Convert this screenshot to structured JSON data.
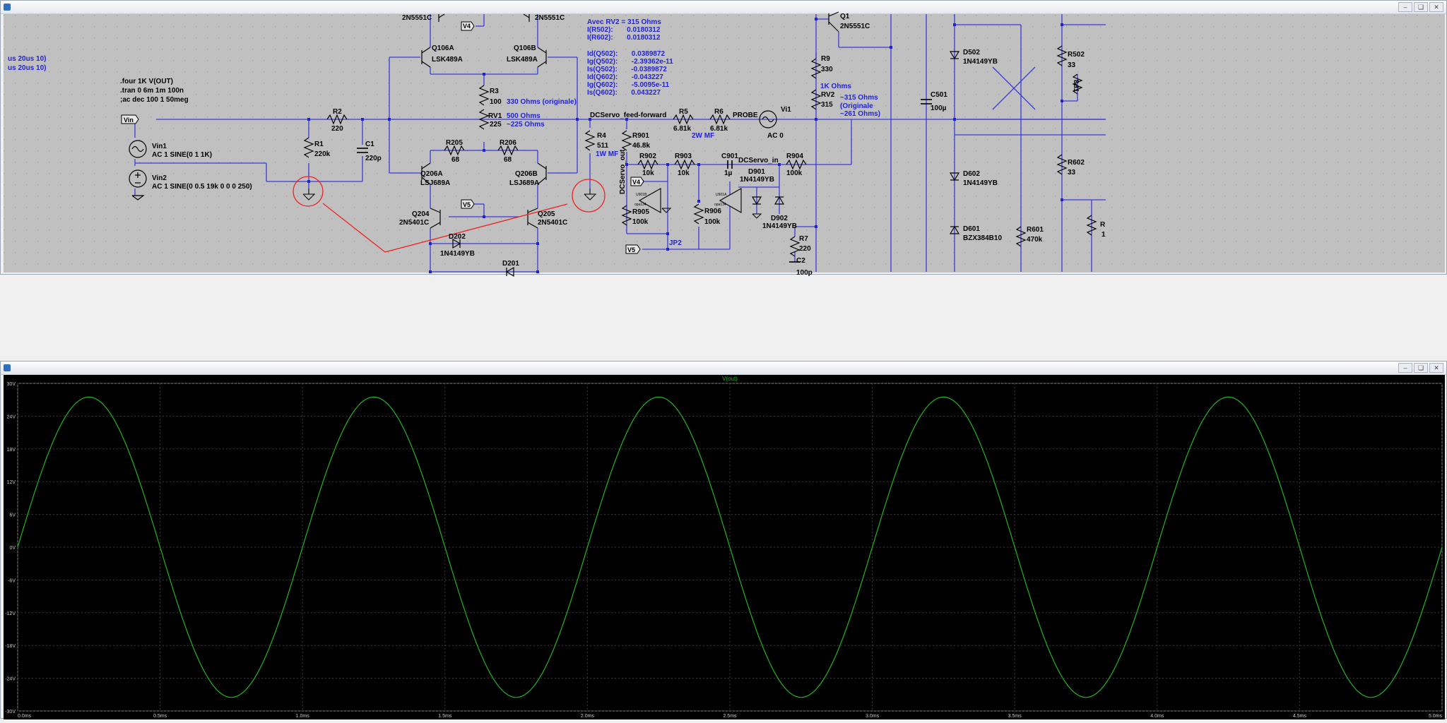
{
  "schematic_window": {
    "title": ""
  },
  "waveform_window": {
    "title": ""
  },
  "schematic": {
    "left_fragments": [
      "us 20us 10)",
      "us 20us 10)"
    ],
    "directives": [
      ".four 1K V(OUT)",
      ".tran 0 6m 1m 100n",
      ";ac dec 100 1 50meg"
    ],
    "labels": {
      "vin": "Vin",
      "v4": "V4",
      "v5": "V5",
      "v4b": "V4",
      "v5b": "V5",
      "vin1": "Vin1",
      "vin1_val": "AC 1   SINE(0 1 1K)",
      "vin2": "Vin2",
      "vin2_val": "AC 1   SINE(0 0.5 19k 0 0 0 250)",
      "r1": "R1",
      "r1_val": "220k",
      "r2": "R2",
      "r2_val": "220",
      "c1": "C1",
      "c1_val": "220p",
      "q_top_left_model": "2N5551C",
      "q_top_right_model": "2N5551C",
      "q106a": "Q106A",
      "q106a_model": "LSK489A",
      "q106b": "Q106B",
      "q106b_model": "LSK489A",
      "r3": "R3",
      "r3_val": "100",
      "r3_note": "330 Ohms (originale)",
      "rv1": "RV1",
      "rv1_val": "225",
      "rv1_note1": "500 Ohms",
      "rv1_note2": "~225 Ohms",
      "r205": "R205",
      "r205_val": "68",
      "r206": "R206",
      "r206_val": "68",
      "q206a": "Q206A",
      "q206a_model": "LSJ689A",
      "q206b": "Q206B",
      "q206b_model": "LSJ689A",
      "q204": "Q204",
      "q204_model": "2N5401C",
      "q205": "Q205",
      "q205_model": "2N5401C",
      "d202": "D202",
      "d202_model": "1N4149YB",
      "d201": "D201",
      "r4": "R4",
      "r4_val": "511",
      "r4_note": "1W MF",
      "dcservo_ff": "DCServo_feed-forward",
      "r5": "R5",
      "r5_val": "6.81k",
      "r6": "R6",
      "r6_val": "6.81k",
      "r56_note": "2W MF",
      "probe": "PROBE",
      "vi1": "Vi1",
      "vi1_val": "AC 0",
      "r901": "R901",
      "r901_val": "46.8k",
      "dcservo_out": "DCServo_out",
      "r902": "R902",
      "r902_val": "10k",
      "r903": "R903",
      "r903_val": "10k",
      "c901": "C901",
      "c901_val": "1µ",
      "dcservo_in": "DCServo_in",
      "r904": "R904",
      "r904_val": "100k",
      "d901": "D901",
      "d901_model": "1N4149YB",
      "d902": "D902",
      "d902_model": "1N4149YB",
      "r905": "R905",
      "r905_val": "100k",
      "r906": "R906",
      "r906_val": "100k",
      "jp2": "JP2",
      "r7": "R7",
      "r7_val": "220",
      "c2": "C2",
      "c2_val": "100p",
      "meas": [
        "Avec RV2 = 315 Ohms",
        "I(R502):       0.0180312",
        "I(R602):       0.0180312",
        "",
        "Id(Q502):       0.0389872",
        "Ig(Q502):       -2.39362e-11",
        "Is(Q502):       -0.0389872",
        "Id(Q602):       -0.043227",
        "Ig(Q602):       -5.0095e-11",
        "Is(Q602):       0.043227"
      ],
      "q1": "Q1",
      "q1_model": "2N5551C",
      "r9": "R9",
      "r9_val": "330",
      "r9_note": "1K Ohms",
      "rv2": "RV2",
      "rv2_val": "315",
      "rv2_note1": "~315 Ohms",
      "rv2_note2": "(Originale",
      "rv2_note3": "~261 Ohms)",
      "c501": "C501",
      "c501_val": "100µ",
      "d502": "D502",
      "d502_model": "1N4149YB",
      "d602": "D602",
      "d602_model": "1N4149YB",
      "d601": "D601",
      "d601_model": "BZX384B10",
      "r502": "R502",
      "r502_val": "33",
      "r602": "R602",
      "r602_val": "33",
      "r601": "R601",
      "r601_val": "470k",
      "tp3": "TP3",
      "r_edge": "R",
      "r_edge_val": "1"
    }
  },
  "chart_data": {
    "type": "line",
    "title": "V(out)",
    "xlabel": "",
    "ylabel": "",
    "x_ticks": [
      "0.0ms",
      "0.5ms",
      "1.0ms",
      "1.5ms",
      "2.0ms",
      "2.5ms",
      "3.0ms",
      "3.5ms",
      "4.0ms",
      "4.5ms",
      "5.0ms"
    ],
    "y_ticks": [
      "30V",
      "24V",
      "18V",
      "12V",
      "6V",
      "0V",
      "-6V",
      "-12V",
      "-18V",
      "-24V",
      "-30V"
    ],
    "xlim": [
      0,
      5.0
    ],
    "ylim": [
      -30,
      30
    ],
    "grid": true,
    "series": [
      {
        "name": "V(out)",
        "color": "#22b322",
        "amplitude": 27.5,
        "frequency_khz": 1,
        "phase_deg": 0
      }
    ]
  }
}
